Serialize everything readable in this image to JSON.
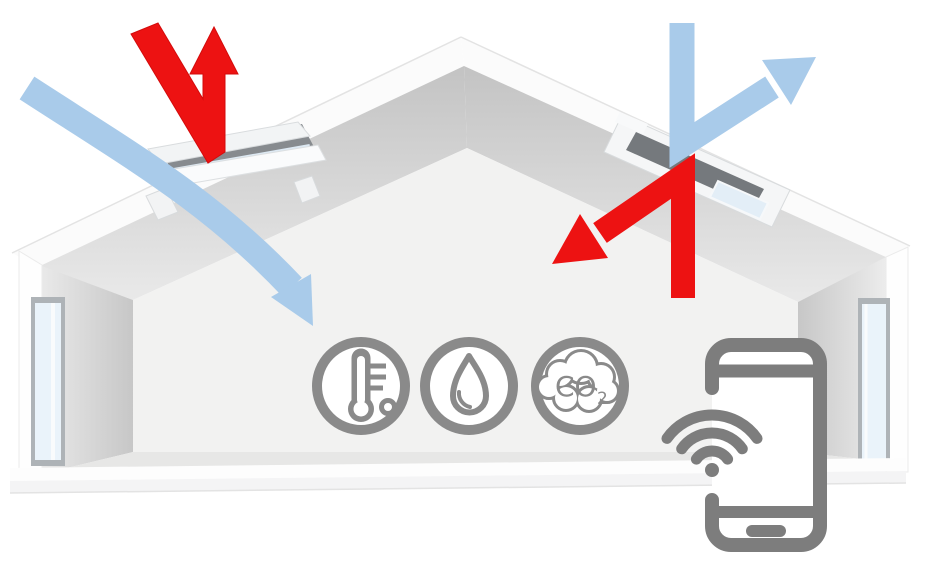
{
  "co2_icon": {
    "label": "CO",
    "subscript": "2"
  },
  "colors": {
    "warm_air_red": "#ed1212",
    "fresh_air_blue": "#a9cbea",
    "device_gray": "#7d7d7d",
    "sensor_gray": "#8a8a8a",
    "glass_blue": "#eaf3fa",
    "roof_opening_gray": "#878b8f"
  },
  "icons": [
    {
      "name": "thermometer-icon"
    },
    {
      "name": "water-drop-icon"
    },
    {
      "name": "co2-cloud-icon"
    },
    {
      "name": "wifi-icon"
    },
    {
      "name": "smartphone-icon"
    }
  ],
  "arrows": [
    {
      "name": "fresh-air-inflow-arrow",
      "color": "#a9cbea"
    },
    {
      "name": "warm-air-outflow-arrow",
      "color": "#ed1212"
    },
    {
      "name": "fresh-air-deflected-arrow",
      "color": "#a9cbea"
    },
    {
      "name": "warm-air-contained-arrow",
      "color": "#ed1212"
    }
  ]
}
